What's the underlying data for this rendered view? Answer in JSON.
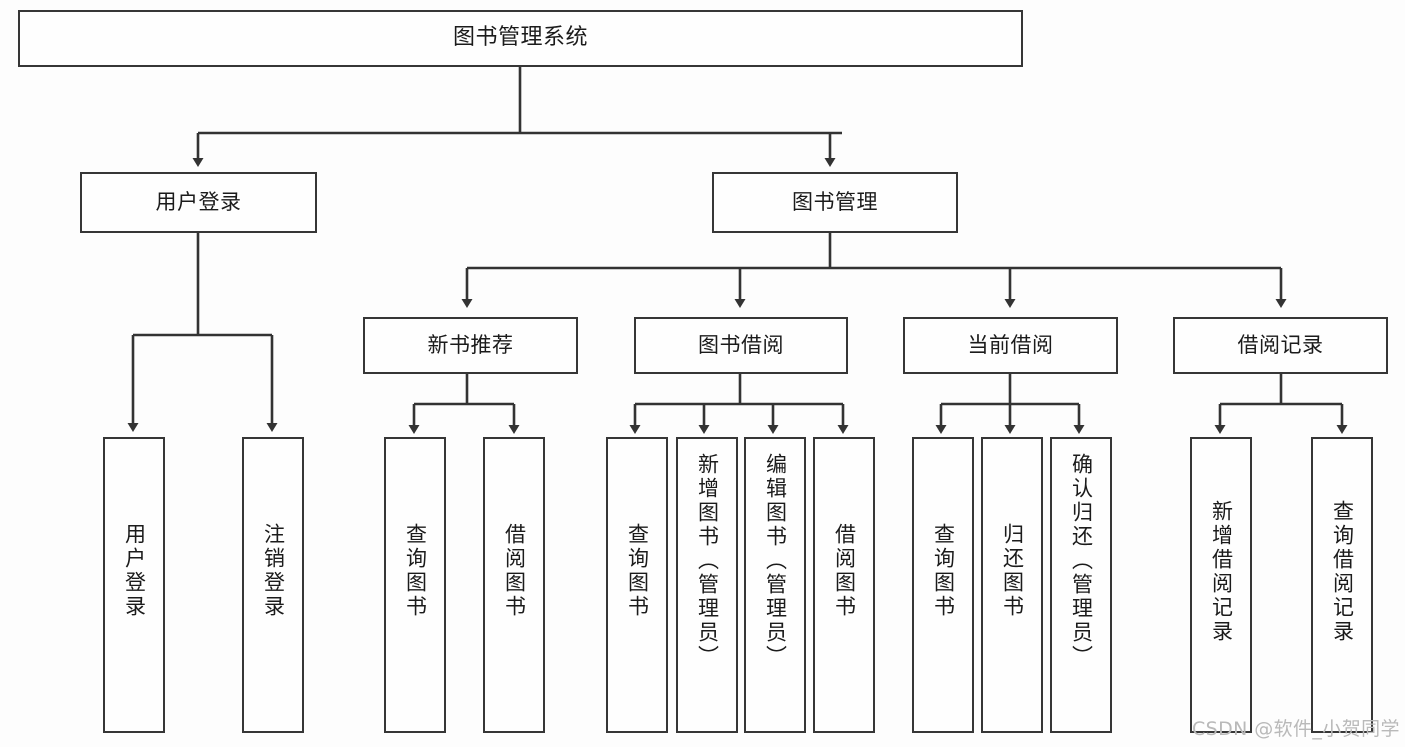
{
  "diagram": {
    "title": "图书管理系统",
    "type": "tree-hierarchy-chart",
    "watermark": "CSDN @软件_小贺同学",
    "colors": {
      "background": "#fdfdfd",
      "node_fill": "#fefefe",
      "node_border": "#363636",
      "edge": "#333333",
      "text": "#1b1b1b",
      "watermark": "#b9b9b9"
    },
    "root": {
      "label": "图书管理系统"
    },
    "level2": [
      {
        "label": "用户登录"
      },
      {
        "label": "图书管理"
      }
    ],
    "level3": [
      {
        "label": "新书推荐"
      },
      {
        "label": "图书借阅"
      },
      {
        "label": "当前借阅"
      },
      {
        "label": "借阅记录"
      }
    ],
    "leaves": {
      "user_login": [
        {
          "label": "用户登录"
        },
        {
          "label": "注销登录"
        }
      ],
      "new_book_recommend": [
        {
          "label": "查询图书"
        },
        {
          "label": "借阅图书"
        }
      ],
      "book_borrow": [
        {
          "label": "查询图书"
        },
        {
          "label": "新增图书（管理员）"
        },
        {
          "label": "编辑图书（管理员）"
        },
        {
          "label": "借阅图书"
        }
      ],
      "current_borrow": [
        {
          "label": "查询图书"
        },
        {
          "label": "归还图书"
        },
        {
          "label": "确认归还（管理员）"
        }
      ],
      "borrow_record": [
        {
          "label": "新增借阅记录"
        },
        {
          "label": "查询借阅记录"
        }
      ]
    }
  }
}
